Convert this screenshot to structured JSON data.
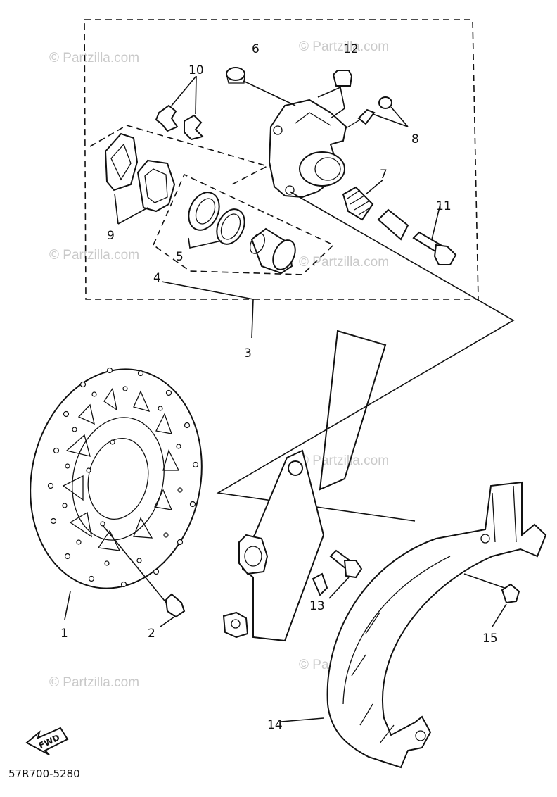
{
  "watermark": "© Partzilla.com",
  "diagram_code": "57R700-5280",
  "fwd_label": "FWD",
  "callouts": {
    "c1": "1",
    "c2": "2",
    "c3": "3",
    "c4": "4",
    "c5": "5",
    "c6": "6",
    "c7": "7",
    "c8": "8",
    "c9": "9",
    "c10": "10",
    "c11": "11",
    "c12": "12",
    "c13": "13",
    "c14": "14",
    "c15": "15"
  }
}
